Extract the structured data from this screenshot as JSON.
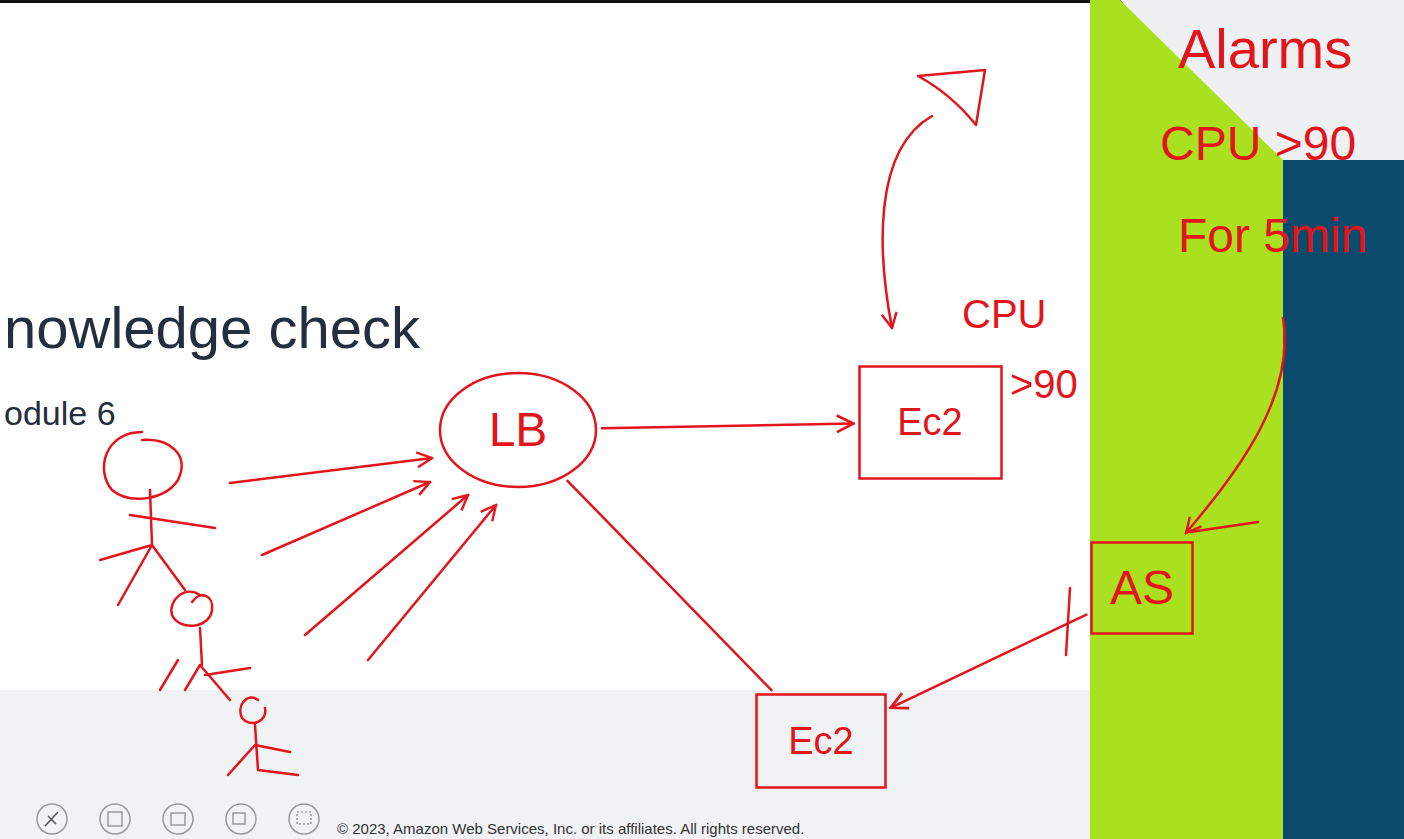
{
  "diagram": {
    "title": "nowledge check",
    "nodes": [
      {
        "text": [
          "LB"
        ]
      },
      {
        "text": [
          "Ec2"
        ]
      },
      {
        "text": [
          "AS"
        ]
      },
      {
        "text": [
          "Ec2"
        ]
      }
    ],
    "edges": [
      {
        "from": 0,
        "to": 1,
        "arrow": "to"
      },
      {
        "from": 2,
        "to": 3,
        "arrow": "to"
      },
      {
        "from": 3,
        "to": 0,
        "arrow": "none"
      }
    ],
    "labels": [
      "odule 6",
      "CPU",
      ">90",
      "Alarms",
      "CPU >90",
      "For 5min",
      "© 2023, Amazon Web Services, Inc. or its affiliates. All rights reserved."
    ]
  }
}
